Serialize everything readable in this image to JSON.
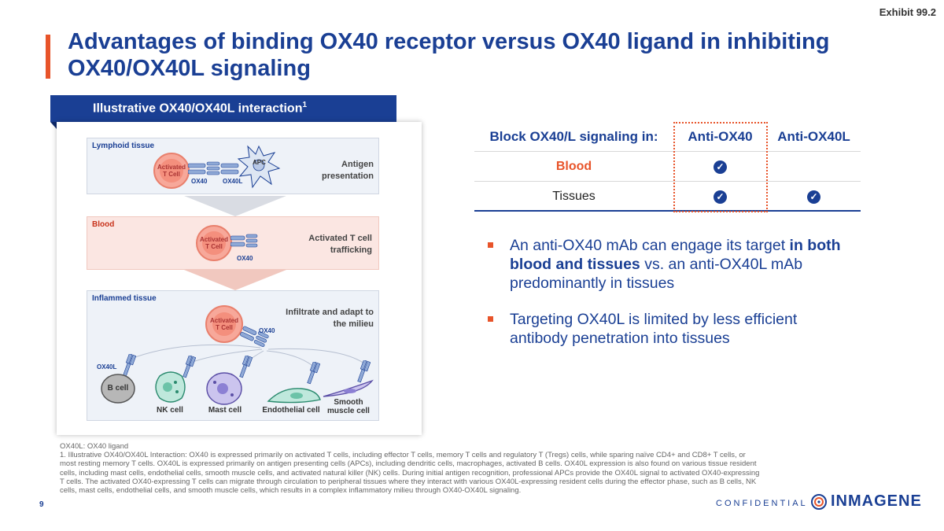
{
  "exhibit": "Exhibit 99.2",
  "title": "Advantages of binding OX40 receptor versus OX40 ligand in inhibiting OX40/OX40L signaling",
  "panel": {
    "header": "Illustrative OX40/OX40L interaction",
    "header_sup": "1",
    "lymphoid": {
      "label": "Lymphoid tissue",
      "tcell": "Activated T Cell",
      "ox40": "OX40",
      "ox40l": "OX40L",
      "apc": "APC",
      "caption": "Antigen presentation"
    },
    "blood": {
      "label": "Blood",
      "tcell": "Activated T Cell",
      "ox40": "OX40",
      "caption": "Activated T cell trafficking"
    },
    "inflamed": {
      "label": "Inflammed tissue",
      "tcell": "Activated T Cell",
      "ox40": "OX40",
      "ox40l": "OX40L",
      "caption": "Infiltrate and adapt to the milieu",
      "cells": [
        "B cell",
        "NK cell",
        "Mast cell",
        "Endothelial cell",
        "Smooth muscle cell"
      ]
    }
  },
  "table": {
    "header": [
      "Block OX40/L signaling in:",
      "Anti-OX40",
      "Anti-OX40L"
    ],
    "rows": [
      {
        "label": "Blood",
        "anti_ox40": true,
        "anti_ox40l": false
      },
      {
        "label": "Tissues",
        "anti_ox40": true,
        "anti_ox40l": true
      }
    ]
  },
  "bullets": {
    "b1_pre": "An anti-OX40 mAb can engage its target ",
    "b1_bold": "in both blood and tissues",
    "b1_post": " vs. an anti-OX40L mAb predominantly in tissues",
    "b2": "Targeting OX40L is limited by less efficient antibody penetration into tissues"
  },
  "footnote": {
    "abbr": "OX40L: OX40 ligand",
    "note": "1. Illustrative OX40/OX40L Interaction: OX40 is expressed primarily on activated T cells, including effector T cells, memory T cells and regulatory T (Tregs) cells, while sparing naïve CD4+ and CD8+ T cells, or most resting memory T cells. OX40L is expressed primarily on antigen presenting cells (APCs), including dendritic cells, macrophages, activated B cells. OX40L expression is also found on various tissue resident cells, including mast cells, endothelial cells, smooth muscle cells, and activated natural killer (NK) cells. During initial antigen recognition, professional APCs provide the OX40L signal to activated OX40-expressing T cells. The activated OX40-expressing T cells can migrate through circulation to peripheral tissues where they interact with various OX40L-expressing resident cells during the effector phase, such as B cells, NK cells, mast cells, endothelial cells, and smooth muscle cells, which results in a complex inflammatory milieu through OX40-OX40L signaling."
  },
  "page_number": "9",
  "confidential": "CONFIDENTIAL",
  "logo": "INMAGENE",
  "colors": {
    "brand_blue": "#1a3f94",
    "accent_orange": "#e8542a"
  }
}
